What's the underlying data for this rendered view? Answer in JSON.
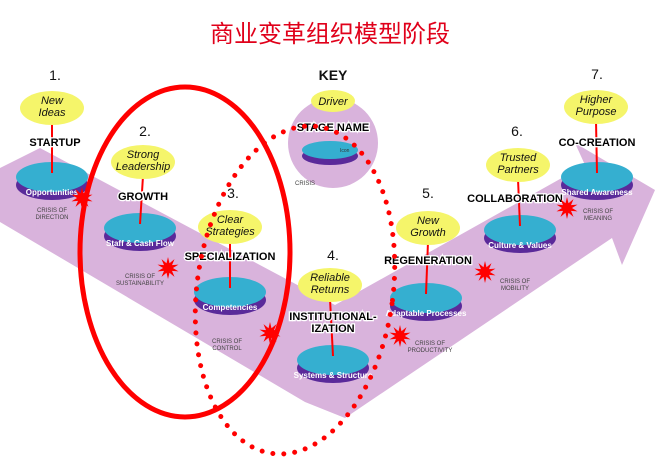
{
  "title": "商业变革组织模型阶段",
  "key": {
    "heading": "KEY",
    "driver": "Driver",
    "stage": "STAGE NAME",
    "icon": "Icon",
    "crisis": "CRISIS"
  },
  "stages": [
    {
      "number": "1.",
      "driver": [
        "New",
        "Ideas"
      ],
      "name": [
        "STARTUP"
      ],
      "disc": "Opportunities",
      "crisis": [
        "CRISIS OF",
        "DIRECTION"
      ]
    },
    {
      "number": "2.",
      "driver": [
        "Strong",
        "Leadership"
      ],
      "name": [
        "GROWTH"
      ],
      "disc": "Staff & Cash Flow",
      "crisis": [
        "CRISIS OF",
        "SUSTAINABILITY"
      ]
    },
    {
      "number": "3.",
      "driver": [
        "Clear",
        "Strategies"
      ],
      "name": [
        "SPECIALIZATION"
      ],
      "disc": "Competencies",
      "crisis": [
        "CRISIS OF",
        "CONTROL"
      ]
    },
    {
      "number": "4.",
      "driver": [
        "Reliable",
        "Returns"
      ],
      "name": [
        "INSTITUTIONAL-",
        "IZATION"
      ],
      "disc": "Systems & Structure",
      "crisis": [
        "CRISIS OF",
        "PRODUCTIVITY"
      ]
    },
    {
      "number": "5.",
      "driver": [
        "New",
        "Growth"
      ],
      "name": [
        "REGENERATION"
      ],
      "disc": "Adaptable Processes",
      "crisis": [
        "CRISIS OF",
        "MOBILITY"
      ]
    },
    {
      "number": "6.",
      "driver": [
        "Trusted",
        "Partners"
      ],
      "name": [
        "COLLABORATION"
      ],
      "disc": "Culture & Values",
      "crisis": [
        "CRISIS OF",
        "MEANING"
      ]
    },
    {
      "number": "7.",
      "driver": [
        "Higher",
        "Purpose"
      ],
      "name": [
        "CO-CREATION"
      ],
      "disc": "Shared Awareness",
      "crisis": []
    }
  ],
  "colors": {
    "band": "#d9b3dc",
    "driver": "#f5f56a",
    "disc_top": "#35afd0",
    "disc_side": "#5a2a9a",
    "red": "#ff0000"
  }
}
